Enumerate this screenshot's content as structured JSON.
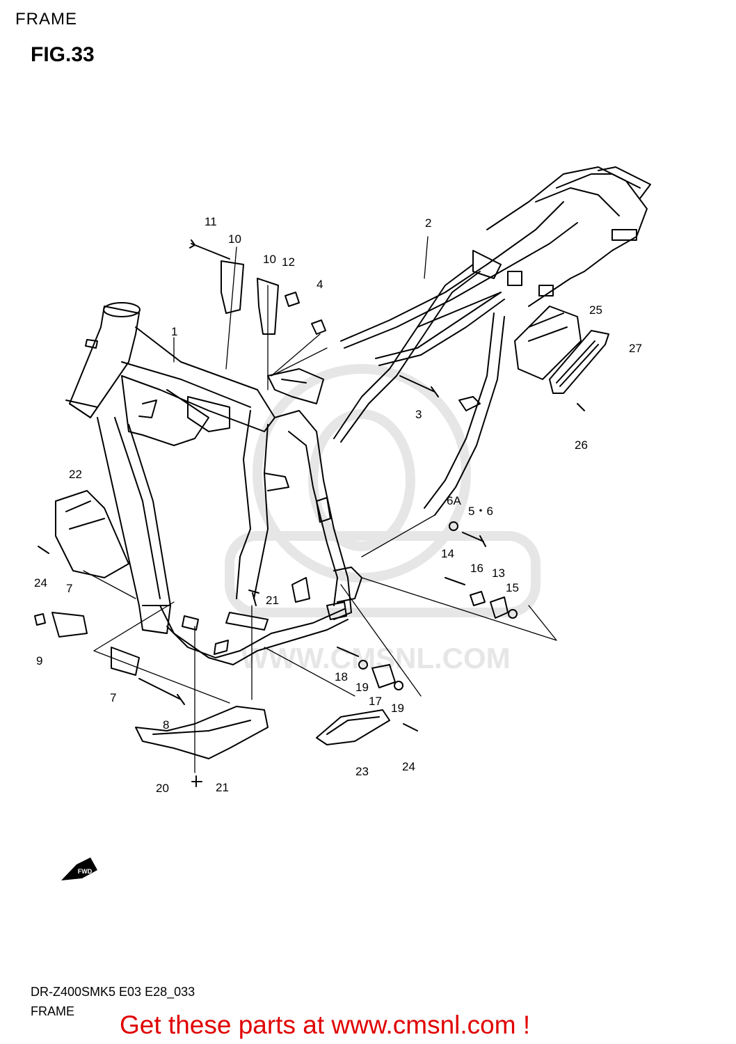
{
  "header": {
    "section_label": "FRAME",
    "figure_title": "FIG.33"
  },
  "watermark": {
    "text": "WWW.CMSNL.COM"
  },
  "fwd_badge": {
    "text": "FWD"
  },
  "callouts": {
    "c1": "1",
    "c2": "2",
    "c3": "3",
    "c4": "4",
    "c5_6": "5・6",
    "c6a": "6A",
    "c7a": "7",
    "c7b": "7",
    "c8": "8",
    "c9": "9",
    "c10a": "10",
    "c10b": "10",
    "c11": "11",
    "c12": "12",
    "c13": "13",
    "c14": "14",
    "c15": "15",
    "c16": "16",
    "c17": "17",
    "c18": "18",
    "c19a": "19",
    "c19b": "19",
    "c20": "20",
    "c21a": "21",
    "c21b": "21",
    "c22": "22",
    "c23": "23",
    "c24a": "24",
    "c24b": "24",
    "c25": "25",
    "c26": "26",
    "c27": "27"
  },
  "footer": {
    "model_code": "DR-Z400SMK5 E03 E28_033",
    "section_name": "FRAME",
    "promo_text": "Get these parts at www.cmsnl.com !"
  },
  "colors": {
    "line": "#000000",
    "promo": "#e00000",
    "watermark": "#e6e6e6"
  }
}
